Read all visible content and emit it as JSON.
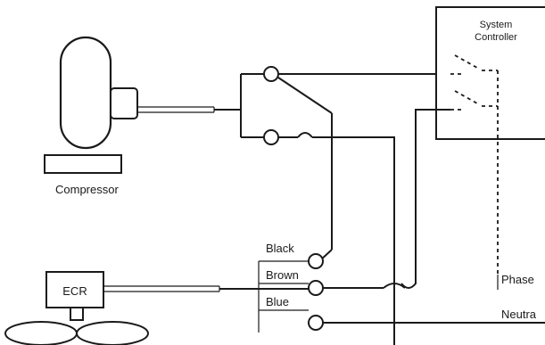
{
  "labels": {
    "controller_line1": "System",
    "controller_line2": "Controller",
    "compressor": "Compressor",
    "ecr": "ECR",
    "black": "Black",
    "brown": "Brown",
    "blue": "Blue",
    "phase": "Phase",
    "neutral": "Neutra"
  }
}
